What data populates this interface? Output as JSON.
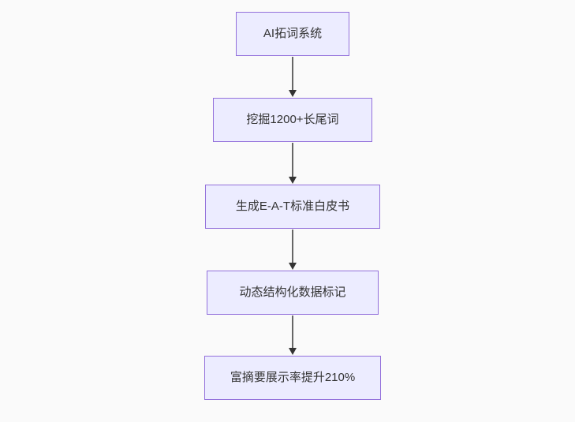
{
  "diagram": {
    "type": "flowchart",
    "direction": "top-down",
    "nodes": [
      {
        "label": "AI拓词系统"
      },
      {
        "label": "挖掘1200+长尾词"
      },
      {
        "label": "生成E-A-T标准白皮书"
      },
      {
        "label": "动态结构化数据标记"
      },
      {
        "label": "富摘要展示率提升210%"
      }
    ],
    "edges": [
      {
        "from": "AI拓词系统",
        "to": "挖掘1200+长尾词"
      },
      {
        "from": "挖掘1200+长尾词",
        "to": "生成E-A-T标准白皮书"
      },
      {
        "from": "生成E-A-T标准白皮书",
        "to": "动态结构化数据标记"
      },
      {
        "from": "动态结构化数据标记",
        "to": "富摘要展示率提升210%"
      }
    ],
    "colors": {
      "background": "#fafafa",
      "node_fill": "#ececff",
      "node_border": "#9370db",
      "edge_line": "#666666",
      "arrowhead": "#333333",
      "text": "#333333"
    }
  }
}
